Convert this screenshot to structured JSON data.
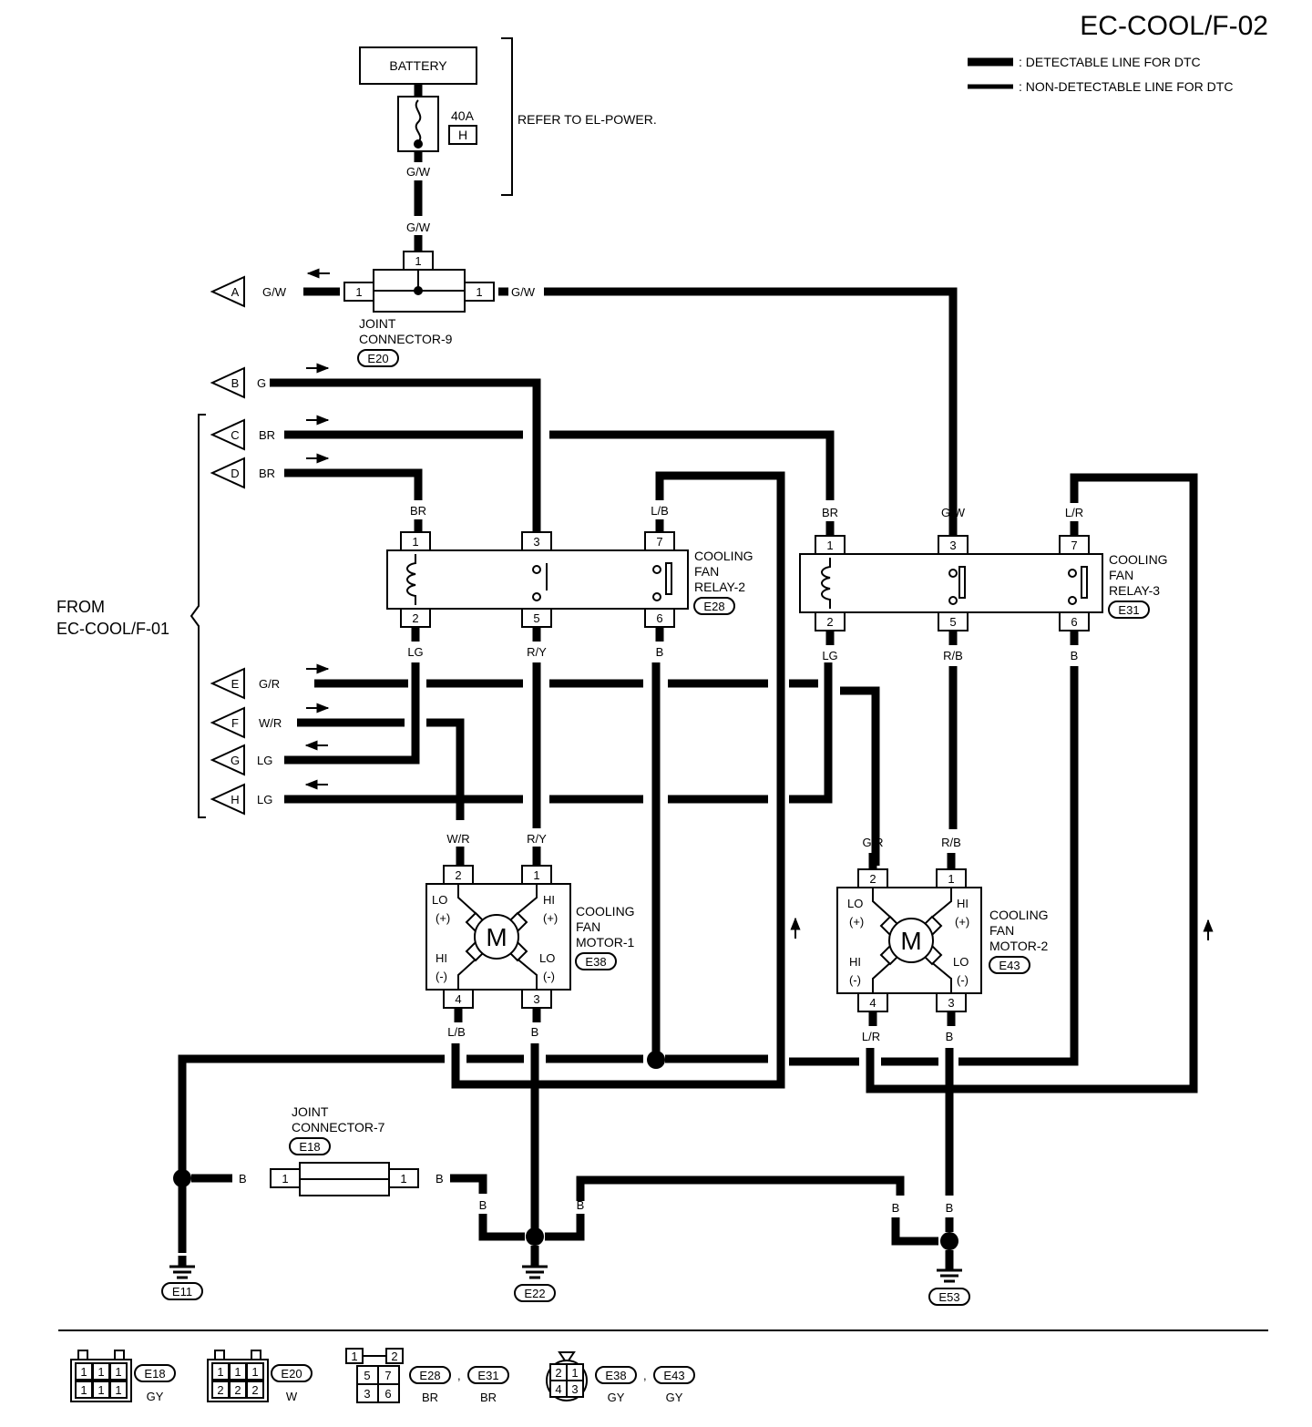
{
  "page_id": "EC-COOL/F-02",
  "legend": {
    "detectable": ": DETECTABLE LINE FOR DTC",
    "non_detectable": ": NON-DETECTABLE LINE FOR DTC"
  },
  "power": {
    "battery": "BATTERY",
    "fuse_rating": "40A",
    "fuse_id": "H",
    "refer": "REFER TO EL-POWER.",
    "wire_upper": "G/W",
    "wire_lower": "G/W"
  },
  "joint9": {
    "line1": "JOINT",
    "line2": "CONNECTOR-9",
    "id": "E20",
    "pin_top": "1",
    "pin_left": "1",
    "pin_right": "1",
    "wire_left": "G/W",
    "wire_right": "G/W"
  },
  "from": {
    "line1": "FROM",
    "line2": "EC-COOL/F-01"
  },
  "connectors": {
    "A": {
      "letter": "A",
      "wire": "G/W"
    },
    "B": {
      "letter": "B",
      "wire": "G"
    },
    "C": {
      "letter": "C",
      "wire": "BR"
    },
    "D": {
      "letter": "D",
      "wire": "BR"
    },
    "E": {
      "letter": "E",
      "wire": "G/R"
    },
    "F": {
      "letter": "F",
      "wire": "W/R"
    },
    "G": {
      "letter": "G",
      "wire": "LG"
    },
    "H": {
      "letter": "H",
      "wire": "LG"
    }
  },
  "relay2": {
    "line1": "COOLING",
    "line2": "FAN",
    "line3": "RELAY-2",
    "id": "E28",
    "pins": {
      "p1": "1",
      "p2": "2",
      "p3": "3",
      "p5": "5",
      "p6": "6",
      "p7": "7"
    },
    "wires": {
      "w1": "BR",
      "w3": "G",
      "w7": "L/B",
      "w2": "LG",
      "w5": "R/Y",
      "w6": "B"
    }
  },
  "relay3": {
    "line1": "COOLING",
    "line2": "FAN",
    "line3": "RELAY-3",
    "id": "E31",
    "pins": {
      "p1": "1",
      "p2": "2",
      "p3": "3",
      "p5": "5",
      "p6": "6",
      "p7": "7"
    },
    "wires": {
      "w1": "BR",
      "w3": "G/W",
      "w7": "L/R",
      "w2": "LG",
      "w5": "R/B",
      "w6": "B"
    }
  },
  "motor1": {
    "line1": "COOLING",
    "line2": "FAN",
    "line3": "MOTOR-1",
    "id": "E38",
    "symbol": "M",
    "lo_plus": [
      "LO",
      "(+)"
    ],
    "hi_plus": [
      "HI",
      "(+)"
    ],
    "hi_minus": [
      "HI",
      "(-)"
    ],
    "lo_minus": [
      "LO",
      "(-)"
    ],
    "pins": {
      "p1": "1",
      "p2": "2",
      "p3": "3",
      "p4": "4"
    },
    "wires": {
      "w2": "W/R",
      "w1": "R/Y",
      "w4": "L/B",
      "w3": "B"
    }
  },
  "motor2": {
    "line1": "COOLING",
    "line2": "FAN",
    "line3": "MOTOR-2",
    "id": "E43",
    "symbol": "M",
    "lo_plus": [
      "LO",
      "(+)"
    ],
    "hi_plus": [
      "HI",
      "(+)"
    ],
    "hi_minus": [
      "HI",
      "(-)"
    ],
    "lo_minus": [
      "LO",
      "(-)"
    ],
    "pins": {
      "p1": "1",
      "p2": "2",
      "p3": "3",
      "p4": "4"
    },
    "wires": {
      "w2": "G/R",
      "w1": "R/B",
      "w4": "L/R",
      "w3": "B"
    }
  },
  "joint7": {
    "line1": "JOINT",
    "line2": "CONNECTOR-7",
    "id": "E18",
    "pin_left": "1",
    "pin_right": "1",
    "wire_left": "B",
    "wire_right": "B"
  },
  "ground_wires": {
    "e11": "B",
    "e22_left": "B",
    "e22_mid": "B",
    "e22_right": "B",
    "e53_left": "B",
    "e53_mid": "B"
  },
  "grounds": {
    "g1": "E11",
    "g2": "E22",
    "g3": "E53"
  },
  "footer": {
    "e18": {
      "id": "E18",
      "color": "GY",
      "row1": [
        "1",
        "1",
        "1"
      ],
      "row2": [
        "1",
        "1",
        "1"
      ]
    },
    "e20": {
      "id": "E20",
      "color": "W",
      "row1": [
        "1",
        "1",
        "1"
      ],
      "row2": [
        "2",
        "2",
        "2"
      ]
    },
    "e28": {
      "id": "E28",
      "color": "BR"
    },
    "e31": {
      "id": "E31",
      "color": "BR"
    },
    "relay_cells": {
      "r1": [
        "1",
        "2"
      ],
      "r2": [
        "5",
        "7"
      ],
      "r3": [
        "3",
        "6"
      ]
    },
    "e38": {
      "id": "E38",
      "color": "GY"
    },
    "e43": {
      "id": "E43",
      "color": "GY"
    },
    "round_cells": {
      "top": [
        "2",
        "1"
      ],
      "bottom": [
        "4",
        "3"
      ]
    },
    "sep": ","
  }
}
